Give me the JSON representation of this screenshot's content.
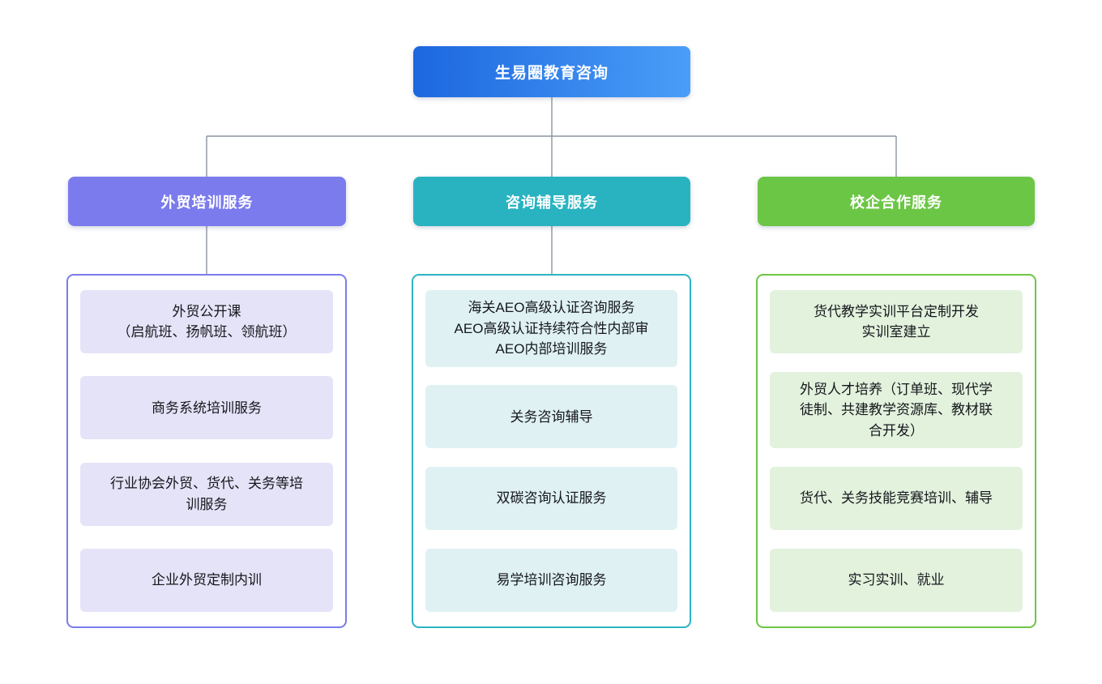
{
  "diagram": {
    "root": {
      "label": "生易圈教育咨询",
      "gradient_from": "#1C67DF",
      "gradient_to": "#4A9EF8"
    },
    "connector_color": "#8B93A1",
    "branches": [
      {
        "label": "外贸培训服务",
        "header_color": "#7B7BEE",
        "border_color": "#7B7BEC",
        "item_bg": "#E5E3F8",
        "items": [
          "外贸公开课\n（启航班、扬帆班、领航班）",
          "商务系统培训服务",
          "行业协会外贸、货代、关务等培\n训服务",
          "企业外贸定制内训"
        ]
      },
      {
        "label": "咨询辅导服务",
        "header_color": "#29B3C1",
        "border_color": "#2AB5C3",
        "item_bg": "#DFF1F3",
        "items": [
          "海关AEO高级认证咨询服务\nAEO高级认证持续符合性内部审\nAEO内部培训服务",
          "关务咨询辅导",
          "双碳咨询认证服务",
          "易学培训咨询服务"
        ]
      },
      {
        "label": "校企合作服务",
        "header_color": "#6CC645",
        "border_color": "#6CC645",
        "item_bg": "#E2F2DD",
        "items": [
          "货代教学实训平台定制开发\n实训室建立",
          "外贸人才培养（订单班、现代学\n徒制、共建教学资源库、教材联\n合开发）",
          "货代、关务技能竞赛培训、辅导",
          "实习实训、就业"
        ]
      }
    ]
  }
}
